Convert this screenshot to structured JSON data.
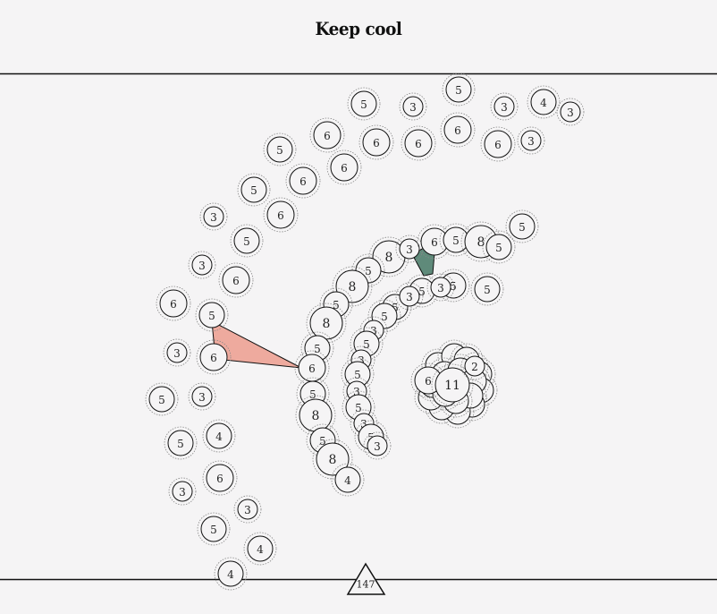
{
  "title": "Keep cool",
  "score": "147",
  "colors": {
    "background": "#f5f4f5",
    "red_zone": "#eeaa9e",
    "green_zone": "#5f8a7a",
    "line": "#111111",
    "ring": "#888888"
  },
  "circles": {
    "outer_arc": [
      "5",
      "3",
      "5",
      "3",
      "4",
      "3",
      "5",
      "6",
      "6",
      "6",
      "6",
      "6",
      "3",
      "5",
      "6",
      "6",
      "3",
      "6",
      "5",
      "3",
      "6",
      "6",
      "5",
      "3",
      "6",
      "5",
      "3",
      "5",
      "4",
      "3",
      "6",
      "5",
      "3",
      "4",
      "4",
      "5",
      "3",
      "5",
      "4",
      "3"
    ],
    "middle_arc": [
      "8",
      "5",
      "8",
      "5",
      "8",
      "5",
      "6",
      "5",
      "8",
      "5",
      "8",
      "4",
      "3",
      "6",
      "5",
      "8",
      "5"
    ],
    "inner_arc": [
      "5",
      "5",
      "5",
      "3",
      "5",
      "3",
      "5",
      "3",
      "5",
      "3",
      "5",
      "3",
      "3",
      "5",
      "5",
      "3"
    ],
    "spiral_core": [
      "6",
      "11",
      "2"
    ]
  }
}
